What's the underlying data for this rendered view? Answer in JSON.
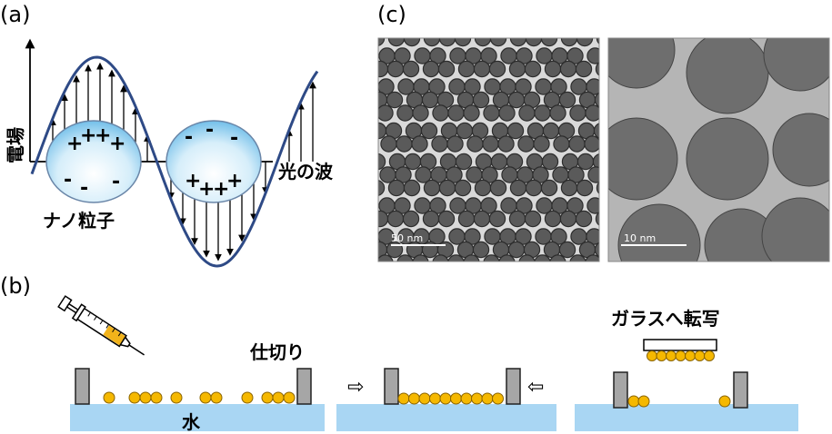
{
  "panel_a": {
    "label": "(a)",
    "y_axis_label": "電場",
    "wave_label": "光の波",
    "particle_label": "ナノ粒子",
    "left_particle_top_charges": [
      "+",
      "+",
      "+",
      "+"
    ],
    "left_particle_bottom_charges": [
      "-",
      "-",
      "-"
    ],
    "right_particle_top_charges": [
      "-",
      "-",
      "-"
    ],
    "right_particle_bottom_charges": [
      "+",
      "+",
      "+",
      "+"
    ]
  },
  "panel_b": {
    "label": "(b)",
    "partition_label": "仕切り",
    "water_label": "水",
    "transfer_label": "ガラスへ転写",
    "arrow_right_glyph": "⇨",
    "arrow_left_glyph": "⇦"
  },
  "panel_c": {
    "label": "(c)",
    "scalebar_left": "50 nm",
    "scalebar_right": "10 nm"
  },
  "colors": {
    "wave": "#2e4a86",
    "particle_fill": "#dff2fb",
    "particle_edge": "#5a7ea8",
    "water": "#a9d6f3",
    "nanoparticle": "#f5b800",
    "partition": "#a6a6a6"
  }
}
